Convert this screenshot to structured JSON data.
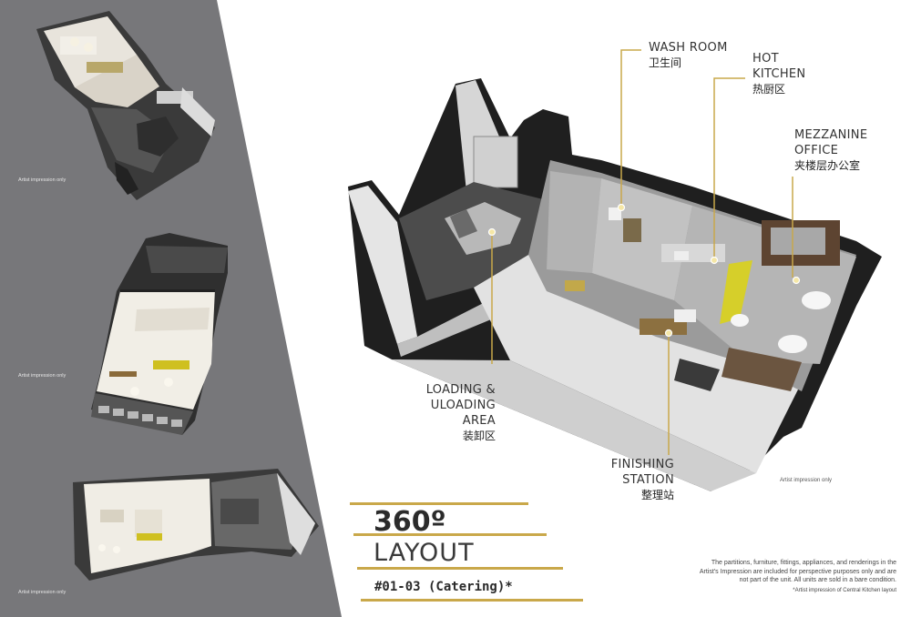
{
  "side_renders": [
    {
      "caption": "Artist impression only"
    },
    {
      "caption": "Artist impression only"
    },
    {
      "caption": "Artist impression only"
    }
  ],
  "main_render": {
    "caption": "Artist impression only"
  },
  "callouts": {
    "wash_room": {
      "title": "WASH ROOM",
      "cn": "卫生间"
    },
    "hot_kitchen": {
      "title_line1": "HOT",
      "title_line2": "KITCHEN",
      "cn": "热厨区"
    },
    "mezzanine": {
      "title_line1": "MEZZANINE",
      "title_line2": "OFFICE",
      "cn": "夹楼层办公室"
    },
    "loading": {
      "title_line1": "LOADING &",
      "title_line2": "ULOADING AREA",
      "cn": "装卸区"
    },
    "finishing": {
      "title_line1": "FINISHING",
      "title_line2": "STATION",
      "cn": "整理站"
    }
  },
  "heading": {
    "big": "360º",
    "layout": "LAYOUT",
    "unit": "#01-03 (Catering)*"
  },
  "disclaimer": {
    "line1": "The partitions, furniture, fittings, appliances, and renderings in the",
    "line2": "Artist's Impression are included for perspective purposes only and are",
    "line3": "not part of the unit. All units are sold in a bare condition.",
    "line4": "*Artist impression of Central Kitchen layout"
  },
  "colors": {
    "panel_grey": "#77777a",
    "gold": "#c9a84a",
    "text_dark": "#2b2b2b"
  }
}
